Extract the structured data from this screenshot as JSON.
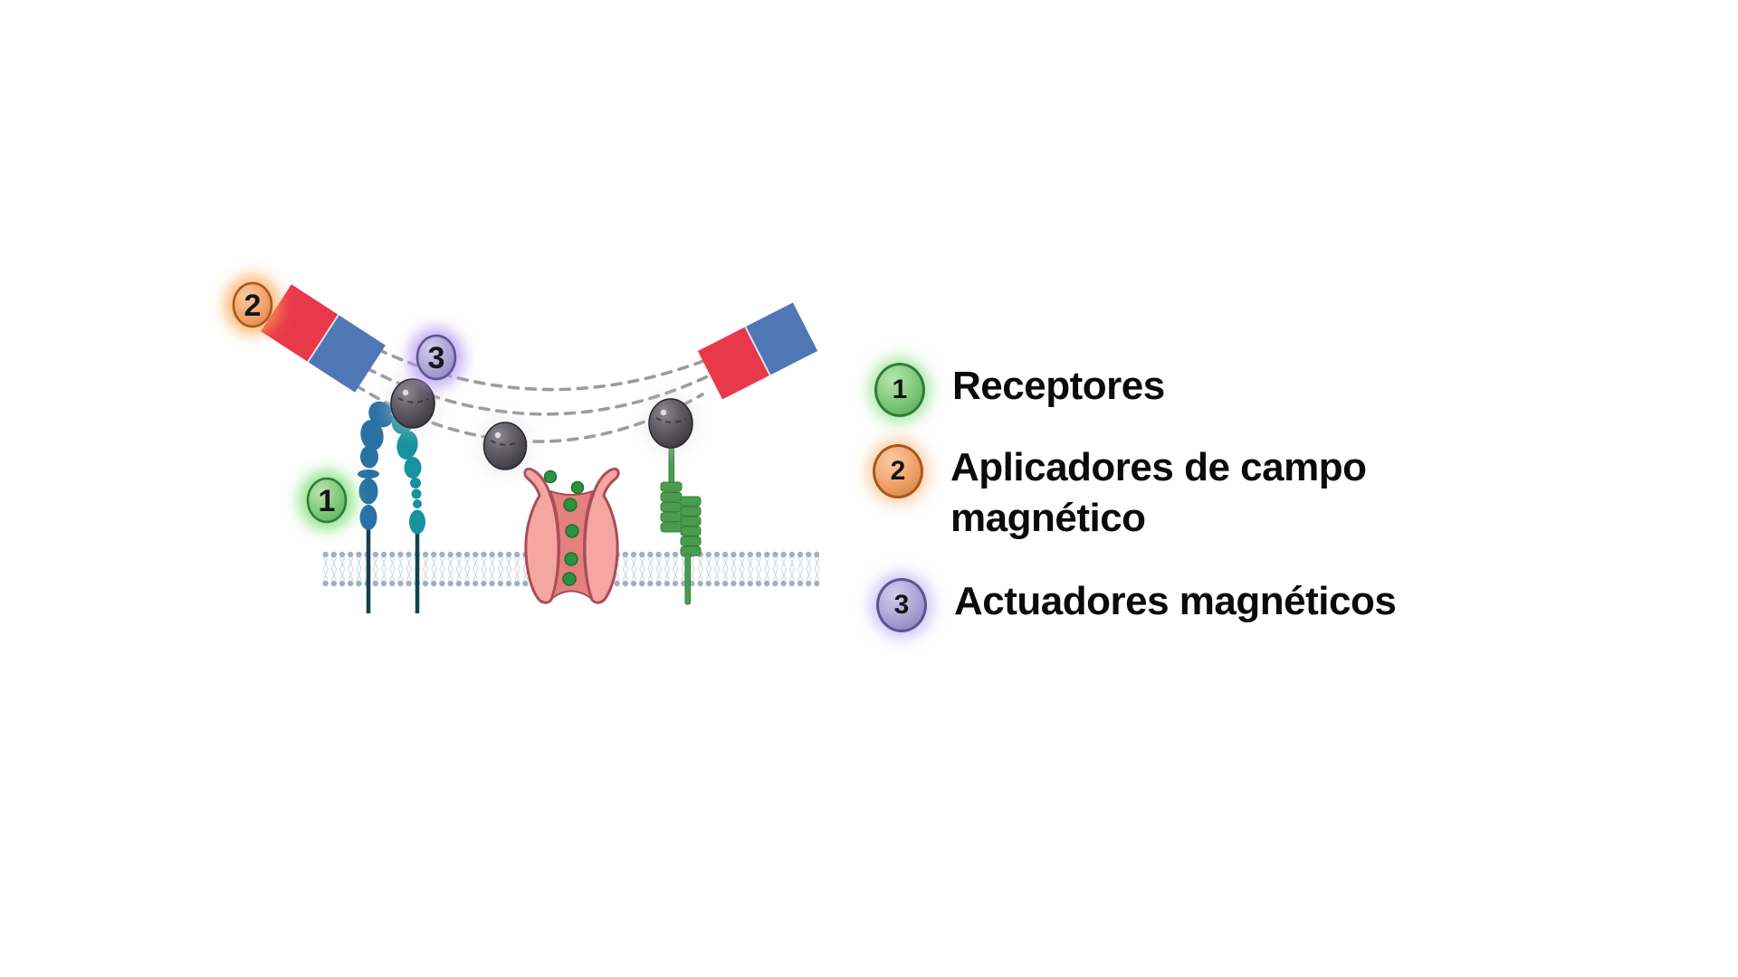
{
  "colors": {
    "background": "#ffffff",
    "magnet_red": "#e8394b",
    "magnet_blue": "#4f77b5",
    "field_line": "#9c9c9c",
    "nanoparticle_dark": "#454248",
    "receptor_blue": "#2a71a5",
    "receptor_teal": "#17929e",
    "linker_blue": "#9cc0da",
    "channel_pink": "#f5a5a2",
    "channel_inner": "#e4807d",
    "channel_outline": "#a84e57",
    "ion_green": "#2f9140",
    "receptor_green": "#4b9d4e",
    "membrane_head": "#9fb0c4",
    "badge_green": "#7cc878",
    "badge_orange": "#f09e68",
    "badge_purple": "#a8a1d3"
  },
  "legend": {
    "items": [
      {
        "number": "1",
        "label": "Receptores"
      },
      {
        "number": "2",
        "label": "Aplicadores de campo magnético"
      },
      {
        "number": "3",
        "label": "Actuadores magnéticos"
      }
    ]
  }
}
